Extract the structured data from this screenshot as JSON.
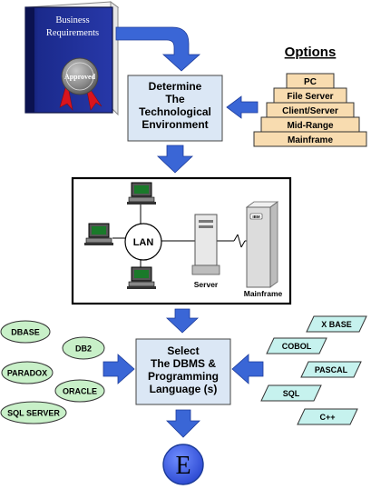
{
  "book": {
    "title_line1": "Business",
    "title_line2": "Requirements",
    "seal_label": "Approved"
  },
  "determine": {
    "line1": "Determine",
    "line2": "The",
    "line3": "Technological",
    "line4": "Environment"
  },
  "options": {
    "heading": "Options",
    "levels": [
      "PC",
      "File Server",
      "Client/Server",
      "Mid-Range",
      "Mainframe"
    ]
  },
  "network": {
    "lan_label": "LAN",
    "server_label": "Server",
    "mainframe_label": "Mainframe",
    "mainframe_badge": "IBM"
  },
  "select": {
    "line1": "Select",
    "line2": "The DBMS &",
    "line3": "Programming",
    "line4": "Language (s)"
  },
  "dbms": [
    "DBASE",
    "DB2",
    "PARADOX",
    "ORACLE",
    "SQL SERVER"
  ],
  "languages": [
    "X BASE",
    "COBOL",
    "PASCAL",
    "SQL",
    "C++"
  ],
  "terminal": {
    "letter": "E"
  },
  "colors": {
    "book_blue": "#1b2a8c",
    "arrow_blue": "#3a66d6",
    "box_fill": "#dbe7f5",
    "dbms_fill": "#c8f0c8",
    "lang_fill": "#c6f2ee",
    "pyramid_fill": "#f8dcb0",
    "ribbon_red": "#d9141e"
  }
}
